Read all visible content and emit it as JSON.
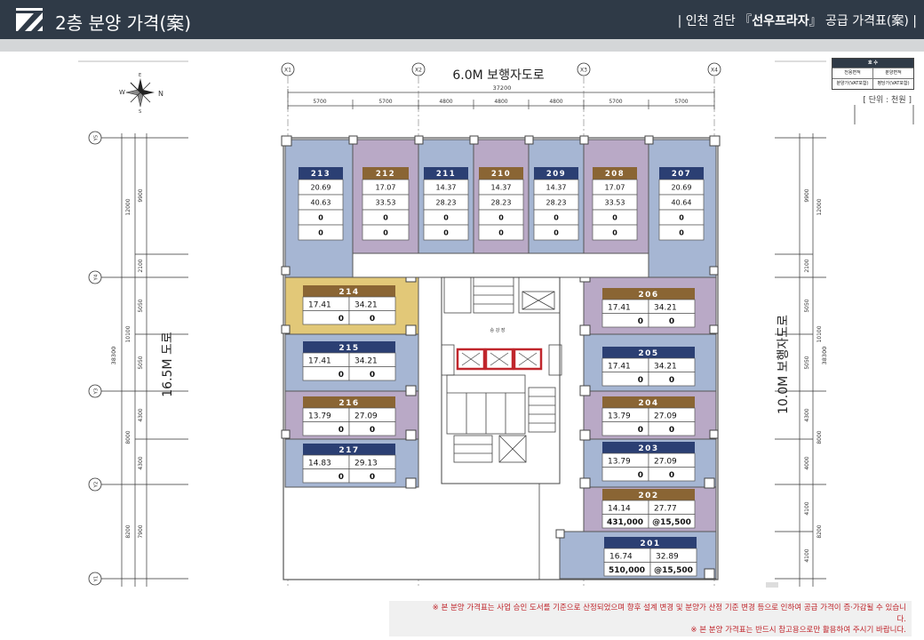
{
  "header": {
    "title": "2층 분양 가격(案)",
    "subtitle_pre": "인천 검단 『",
    "subtitle_bold": "선우프라자",
    "subtitle_post": "』 공급 가격표(案)"
  },
  "colors": {
    "header_bg": "#2f3a47",
    "band": "#d4d6d8",
    "unit_blue": "#a6b6d3",
    "unit_purple": "#b9a9c6",
    "unit_yellow": "#e2c878",
    "label_navy": "#2b3f73",
    "label_brown": "#8a6534",
    "elevator_red": "#c0262c"
  },
  "roads": {
    "top": "6.0M 보행자도로",
    "left": "16.5M 도로",
    "right": "10.0M 보행자도로"
  },
  "grid": {
    "columns": [
      "X1",
      "X2",
      "X3",
      "X4"
    ],
    "rows": [
      "Y5",
      "Y4",
      "Y3",
      "Y2",
      "Y1"
    ],
    "total_width": "37200",
    "top_dims": [
      "5700",
      "5700",
      "4800",
      "4800",
      "4800",
      "5700",
      "5700"
    ],
    "total_depth": "38300",
    "left_inner_dims": [
      "9900",
      "2100",
      "5050",
      "5050",
      "4300",
      "4300",
      "7900"
    ],
    "left_outer_dims": [
      "12000",
      "10100",
      "8000",
      "8200"
    ],
    "right_inner_dims": [
      "9900",
      "2100",
      "5050",
      "5050",
      "4300",
      "4000",
      "4100",
      "4100"
    ],
    "right_outer_dims": [
      "12000",
      "10100",
      "8000",
      "8200"
    ]
  },
  "compass": {
    "n": "N",
    "s": "S",
    "e": "E",
    "w": "W"
  },
  "core": {
    "hall_label": "승 강 장"
  },
  "legend": {
    "title": "호 수",
    "row1": [
      "전용면적",
      "분양면적"
    ],
    "row2": [
      "분양가(VAT포함)",
      "평당가(VAT포함)"
    ]
  },
  "unit_note": "[ 단위 : 천원 ]",
  "units_top": [
    {
      "no": "213",
      "excl": "20.69",
      "supply": "40.63",
      "price": "0",
      "ppp": "0"
    },
    {
      "no": "212",
      "excl": "17.07",
      "supply": "33.53",
      "price": "0",
      "ppp": "0"
    },
    {
      "no": "211",
      "excl": "14.37",
      "supply": "28.23",
      "price": "0",
      "ppp": "0"
    },
    {
      "no": "210",
      "excl": "14.37",
      "supply": "28.23",
      "price": "0",
      "ppp": "0"
    },
    {
      "no": "209",
      "excl": "14.37",
      "supply": "28.23",
      "price": "0",
      "ppp": "0"
    },
    {
      "no": "208",
      "excl": "17.07",
      "supply": "33.53",
      "price": "0",
      "ppp": "0"
    },
    {
      "no": "207",
      "excl": "20.69",
      "supply": "40.64",
      "price": "0",
      "ppp": "0"
    }
  ],
  "units_side": [
    {
      "no": "214",
      "excl": "17.41",
      "supply": "34.21",
      "price": "0",
      "ppp": "0"
    },
    {
      "no": "215",
      "excl": "17.41",
      "supply": "34.21",
      "price": "0",
      "ppp": "0"
    },
    {
      "no": "216",
      "excl": "13.79",
      "supply": "27.09",
      "price": "0",
      "ppp": "0"
    },
    {
      "no": "217",
      "excl": "14.83",
      "supply": "29.13",
      "price": "0",
      "ppp": "0"
    },
    {
      "no": "206",
      "excl": "17.41",
      "supply": "34.21",
      "price": "0",
      "ppp": "0"
    },
    {
      "no": "205",
      "excl": "17.41",
      "supply": "34.21",
      "price": "0",
      "ppp": "0"
    },
    {
      "no": "204",
      "excl": "13.79",
      "supply": "27.09",
      "price": "0",
      "ppp": "0"
    },
    {
      "no": "203",
      "excl": "13.79",
      "supply": "27.09",
      "price": "0",
      "ppp": "0"
    },
    {
      "no": "202",
      "excl": "14.14",
      "supply": "27.77",
      "price": "431,000",
      "ppp": "@15,500"
    },
    {
      "no": "201",
      "excl": "16.74",
      "supply": "32.89",
      "price": "510,000",
      "ppp": "@15,500"
    }
  ],
  "notes": [
    "※ 본 분양 가격표는 사업 승인 도서를 기준으로 산정되었으며  향후 설계 변경 및 분양가 산정 기준 변경 등으로 인하여 공급 가격이 증·가감될 수 있습니",
    "다.",
    "※ 본 분양 가격표는 반드시 참고용으로만  활용하여 주시기 바랍니다."
  ]
}
